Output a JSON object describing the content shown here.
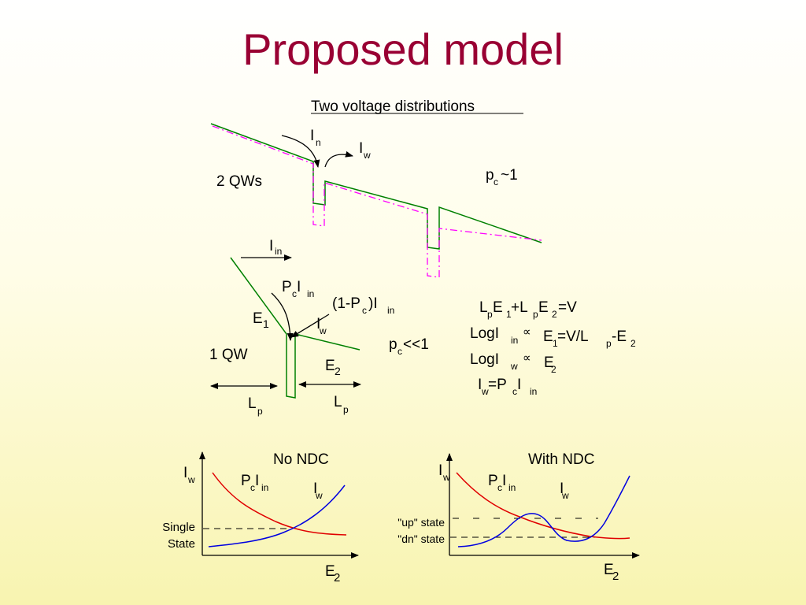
{
  "slide": {
    "title": "Proposed model",
    "title_color": "#990033",
    "subtitle": "Two voltage distributions"
  },
  "diagram_top": {
    "label_qws": "2 QWs",
    "label_iin": "I",
    "label_iin_sub": "n",
    "label_iw": "I",
    "label_iw_sub": "w",
    "pc_label": "p",
    "pc_sub": "c",
    "pc_value": " ~1"
  },
  "diagram_mid": {
    "label_iin": "I",
    "label_iin_sub": " in",
    "pc_iin_p": "P",
    "pc_iin_c": "c",
    "pc_iin_i": " I",
    "pc_iin_sub": "in",
    "oneminus_a": "(1-P",
    "oneminus_c": "c",
    "oneminus_b": " )I",
    "oneminus_sub": "in",
    "e1": "E",
    "e1_sub": "1",
    "iw": "I",
    "iw_sub": "w",
    "qw": "1 QW",
    "pc_label": "p",
    "pc_sub": "c",
    "pc_value": " <<1",
    "e2": "E",
    "e2_sub": "2",
    "lp_left": "L",
    "lp_left_sub": "p",
    "lp_right": "L",
    "lp_right_sub": "p"
  },
  "equations": {
    "eq1": "L",
    "eq1_a": "p",
    "eq1_b": " E",
    "eq1_c": "1",
    "eq1_d": " +L",
    "eq1_e": "p",
    "eq1_f": " E",
    "eq1_g": "2",
    "eq1_h": " =V",
    "eq2": "LogI",
    "eq2_sub": "in",
    "eq2_prop": "∝",
    "eq2_e": "E",
    "eq2_e_sub": "1",
    "eq2_rest": " =V/L",
    "eq2_rest_sub": "p",
    "eq2_rest2": "-E",
    "eq2_rest2_sub": "2",
    "eq3": "LogI",
    "eq3_sub": "w",
    "eq3_prop": "∝",
    "eq3_e": "E",
    "eq3_e_sub": "2",
    "eq4": "I",
    "eq4_sub": "w",
    "eq4_mid": " =P",
    "eq4_c": "c",
    "eq4_i": " I",
    "eq4_in": "in"
  },
  "plot_left": {
    "title": "No NDC",
    "yaxis": "I",
    "yaxis_sub": "w",
    "xaxis": "E",
    "xaxis_sub": "2",
    "curve_a": "P",
    "curve_a_c": "c",
    "curve_a_i": " I",
    "curve_a_in": "in",
    "curve_b": "I",
    "curve_b_sub": "w",
    "state_1": "Single",
    "state_2": "State"
  },
  "plot_right": {
    "title": "With NDC",
    "yaxis": "I",
    "yaxis_sub": "w",
    "xaxis": "E",
    "xaxis_sub": "2",
    "curve_a": "P",
    "curve_a_c": "c",
    "curve_a_i": " I",
    "curve_a_in": "in",
    "curve_b": "I",
    "curve_b_sub": "w",
    "up_state": "\"up\" state",
    "dn_state": "\"dn\" state"
  },
  "colors": {
    "band_line": "#008000",
    "dashdot_line": "#ff00ff",
    "pc_curve": "#e00000",
    "iw_curve": "#0000e0"
  }
}
